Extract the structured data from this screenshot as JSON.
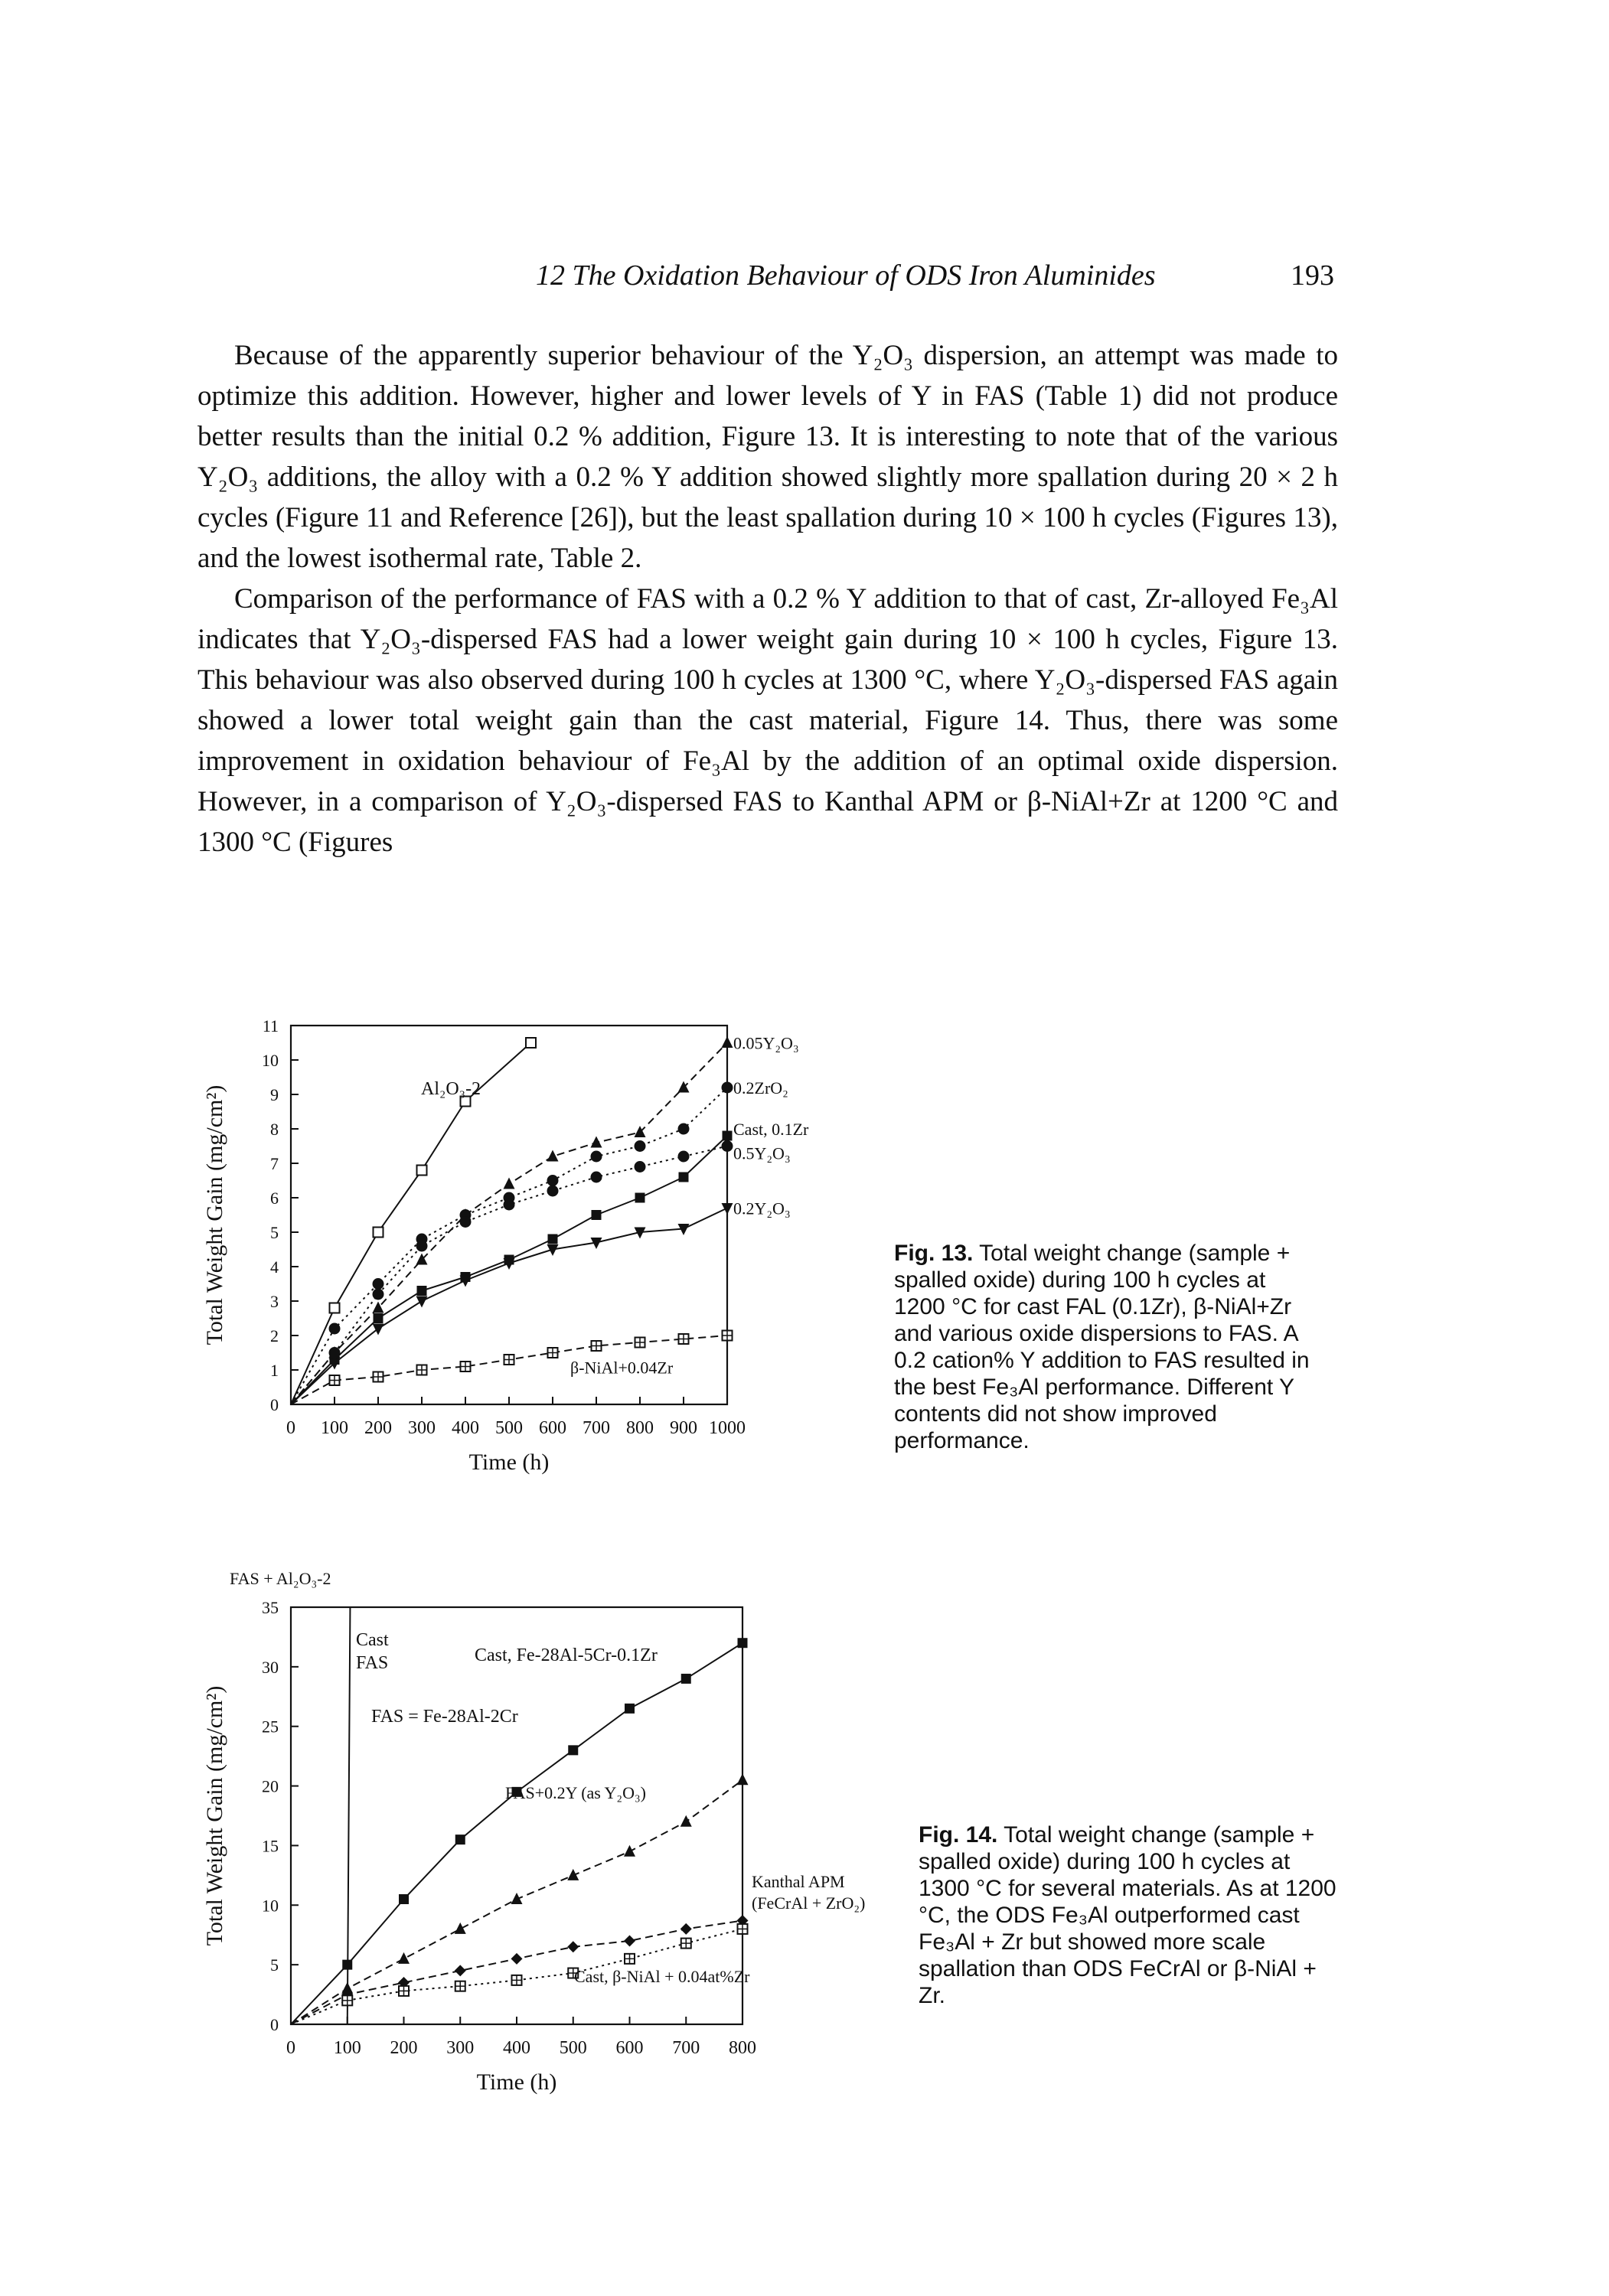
{
  "header": {
    "running_title": "12 The Oxidation Behaviour of ODS Iron Aluminides",
    "page_number": "193"
  },
  "paragraphs": [
    "Because of the apparently superior behaviour of the Y₂O₃ dispersion, an attempt was made to optimize this addition. However, higher and lower levels of Y in FAS (Table 1) did not produce better results than the initial 0.2 % addition, Figure 13. It is interesting to note that of the various Y₂O₃ additions, the alloy with a 0.2 % Y addition showed slightly more spallation during 20 × 2 h cycles (Figure 11 and Reference [26]), but the least spallation during 10 × 100 h cycles (Figures 13), and the lowest isothermal rate, Table 2.",
    "Comparison of the performance of FAS with a 0.2 % Y addition to that of cast, Zr-alloyed Fe₃Al indicates that Y₂O₃-dispersed FAS had a lower weight gain during 10 × 100 h cycles, Figure 13. This behaviour was also observed during 100 h cycles at 1300 °C, where Y₂O₃-dispersed FAS again showed a lower total weight gain than the cast material, Figure 14. Thus, there was some improvement in oxidation behaviour of Fe₃Al by the addition of an optimal oxide dispersion. However, in a comparison of Y₂O₃-dispersed FAS to Kanthal APM or β-NiAl+Zr at 1200 °C and 1300 °C (Figures"
  ],
  "fig13": {
    "caption_label": "Fig. 13.",
    "caption_text": "Total weight change (sample + spalled oxide) during 100 h cycles at 1200 °C for cast FAL (0.1Zr), β-NiAl+Zr and various oxide dispersions to FAS. A 0.2 cation% Y addition to FAS resulted in the best Fe₃Al performance. Different Y contents did not show improved performance."
  },
  "fig14": {
    "caption_label": "Fig. 14.",
    "caption_text": "Total weight change (sample + spalled oxide) during 100 h cycles at 1300 °C for several materials. As at 1200 °C, the ODS Fe₃Al outperformed cast Fe₃Al + Zr but showed more scale spallation than ODS FeCrAl or β-NiAl + Zr."
  },
  "chart_data": [
    {
      "type": "line",
      "xlabel": "Time (h)",
      "ylabel": "Total Weight Gain (mg/cm²)",
      "xlim": [
        0,
        1000
      ],
      "ylim": [
        0,
        11
      ],
      "xticks": [
        0,
        100,
        200,
        300,
        400,
        500,
        600,
        700,
        800,
        900,
        1000
      ],
      "yticks": [
        0,
        1,
        2,
        3,
        4,
        5,
        6,
        7,
        8,
        9,
        10,
        11
      ],
      "series": [
        {
          "name": "Al₂O₃-2",
          "marker": "open-square",
          "dash": "solid",
          "x": [
            0,
            100,
            200,
            300,
            400,
            550
          ],
          "y": [
            0,
            2.8,
            5.0,
            6.8,
            8.8,
            10.5
          ]
        },
        {
          "name": "0.05Y₂O₃",
          "marker": "triangle",
          "dash": "dashed",
          "x": [
            0,
            100,
            200,
            300,
            400,
            500,
            600,
            700,
            800,
            900,
            1000
          ],
          "y": [
            0,
            1.5,
            2.8,
            4.2,
            5.5,
            6.4,
            7.2,
            7.6,
            7.9,
            9.2,
            10.5
          ]
        },
        {
          "name": "0.2ZrO₂",
          "marker": "circle",
          "dash": "dotted",
          "x": [
            0,
            100,
            200,
            300,
            400,
            500,
            600,
            700,
            800,
            900,
            1000
          ],
          "y": [
            0,
            2.2,
            3.5,
            4.8,
            5.5,
            6.0,
            6.5,
            7.2,
            7.5,
            8.0,
            9.2
          ]
        },
        {
          "name": "Cast, 0.1Zr",
          "marker": "filled-square",
          "dash": "solid",
          "x": [
            0,
            100,
            200,
            300,
            400,
            500,
            600,
            700,
            800,
            900,
            1000
          ],
          "y": [
            0,
            1.3,
            2.5,
            3.3,
            3.7,
            4.2,
            4.8,
            5.5,
            6.0,
            6.6,
            7.8
          ]
        },
        {
          "name": "0.5Y₂O₃",
          "marker": "circle",
          "dash": "dotted",
          "x": [
            0,
            100,
            200,
            300,
            400,
            500,
            600,
            700,
            800,
            900,
            1000
          ],
          "y": [
            0,
            1.5,
            3.2,
            4.6,
            5.3,
            5.8,
            6.2,
            6.6,
            6.9,
            7.2,
            7.5
          ]
        },
        {
          "name": "0.2Y₂O₃",
          "marker": "inverted-triangle",
          "dash": "solid",
          "x": [
            0,
            100,
            200,
            300,
            400,
            500,
            600,
            700,
            800,
            900,
            1000
          ],
          "y": [
            0,
            1.2,
            2.2,
            3.0,
            3.6,
            4.1,
            4.5,
            4.7,
            5.0,
            5.1,
            5.7
          ]
        },
        {
          "name": "β-NiAl+0.04Zr",
          "marker": "open-square-cross",
          "dash": "dashed",
          "x": [
            0,
            100,
            200,
            300,
            400,
            500,
            600,
            700,
            800,
            900,
            1000
          ],
          "y": [
            0,
            0.7,
            0.8,
            1.0,
            1.1,
            1.3,
            1.5,
            1.7,
            1.8,
            1.9,
            2.0
          ]
        }
      ]
    },
    {
      "type": "line",
      "xlabel": "Time (h)",
      "ylabel": "Total Weight Gain (mg/cm²)",
      "xlim": [
        0,
        800
      ],
      "ylim": [
        0,
        35
      ],
      "xticks": [
        0,
        100,
        200,
        300,
        400,
        500,
        600,
        700,
        800
      ],
      "yticks": [
        0,
        5,
        10,
        15,
        20,
        25,
        30,
        35
      ],
      "annotations": [
        "FAS + Al₂O₃-2",
        "Cast FAS",
        "FAS = Fe-28Al-2Cr"
      ],
      "series": [
        {
          "name": "FAS + Al₂O₃-2",
          "marker": "none",
          "dash": "solid",
          "x": [
            0,
            100,
            105
          ],
          "y": [
            0,
            0,
            35
          ]
        },
        {
          "name": "Cast, Fe-28Al-5Cr-0.1Zr",
          "marker": "filled-square",
          "dash": "solid",
          "x": [
            0,
            100,
            200,
            300,
            400,
            500,
            600,
            700,
            800
          ],
          "y": [
            0,
            5.0,
            10.5,
            15.5,
            19.5,
            23.0,
            26.5,
            29.0,
            32.0
          ]
        },
        {
          "name": "FAS+0.2Y (as Y₂O₃)",
          "marker": "triangle",
          "dash": "dashed",
          "x": [
            0,
            100,
            200,
            300,
            400,
            500,
            600,
            700,
            800
          ],
          "y": [
            0,
            3.0,
            5.5,
            8.0,
            10.5,
            12.5,
            14.5,
            17.0,
            20.5
          ]
        },
        {
          "name": "Kanthal APM (FeCrAl + ZrO₂)",
          "marker": "diamond",
          "dash": "dashed",
          "x": [
            0,
            100,
            200,
            300,
            400,
            500,
            600,
            700,
            800
          ],
          "y": [
            0,
            2.5,
            3.5,
            4.5,
            5.5,
            6.5,
            7.0,
            8.0,
            8.7
          ]
        },
        {
          "name": "Cast, β-NiAl + 0.04at%Zr",
          "marker": "open-square-cross",
          "dash": "dotted",
          "x": [
            0,
            100,
            200,
            300,
            400,
            500,
            600,
            700,
            800
          ],
          "y": [
            0,
            2.0,
            2.8,
            3.2,
            3.7,
            4.3,
            5.5,
            6.8,
            8.0
          ]
        }
      ]
    }
  ]
}
